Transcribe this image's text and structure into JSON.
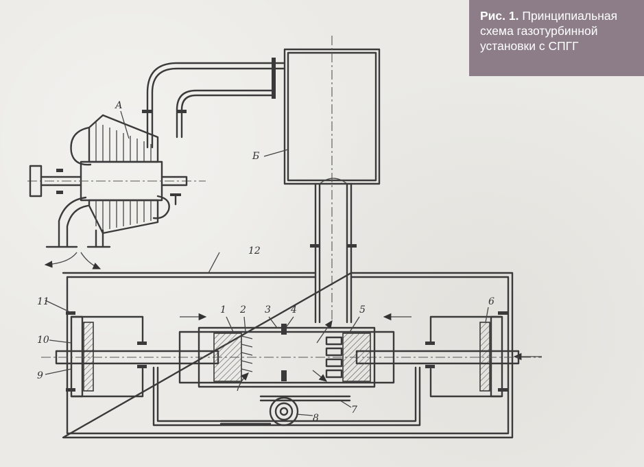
{
  "caption": {
    "lead": "Рис. 1.",
    "text": "Принципиальная схема газотурбинной установки с СПГГ"
  },
  "labels": {
    "A": "А",
    "B": "Б",
    "n1": "1",
    "n2": "2",
    "n3": "3",
    "n4": "4",
    "n5": "5",
    "n6": "6",
    "n7": "7",
    "n8": "8",
    "n9": "9",
    "n10": "10",
    "n11": "11",
    "n12": "12"
  },
  "colors": {
    "caption_bg": "#8c7d89",
    "caption_text": "#ffffff",
    "ink": "#3a3a3a",
    "paper": "#ebeae6"
  }
}
